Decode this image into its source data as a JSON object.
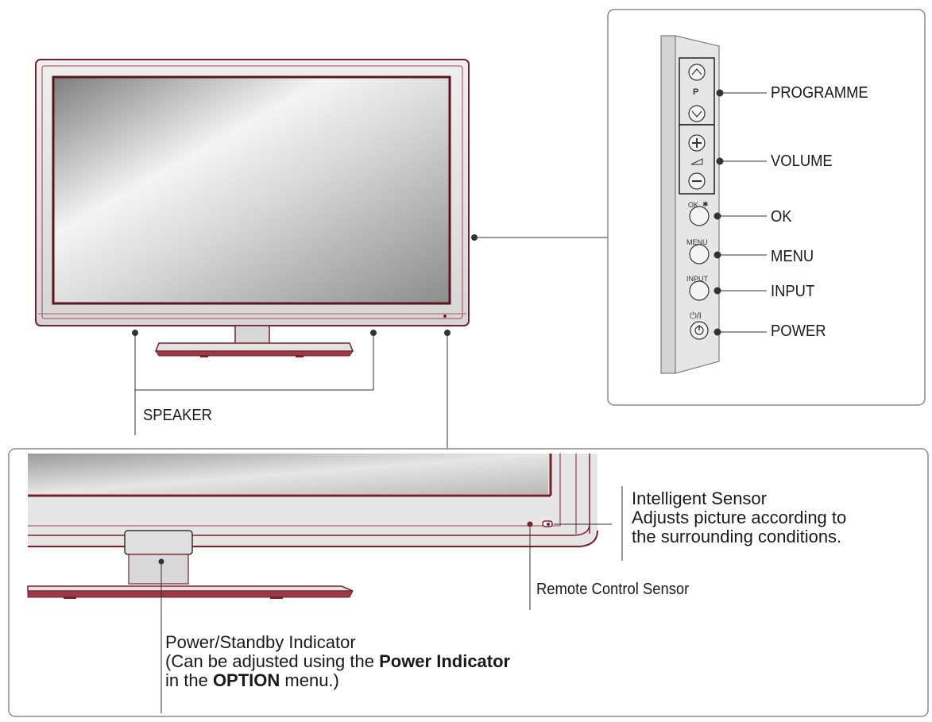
{
  "side_panel": {
    "p_label": "P",
    "ok_small": "OK",
    "menu_small": "MENU",
    "input_small": "INPUT",
    "power_small": "⏻/I",
    "callouts": [
      "PROGRAMME",
      "VOLUME",
      "OK",
      "MENU",
      "INPUT",
      "POWER"
    ]
  },
  "speaker_label": "SPEAKER",
  "intelligent_sensor": {
    "title": "Intelligent Sensor",
    "line1": "Adjusts picture according to",
    "line2": "the surrounding conditions."
  },
  "remote_sensor_label": "Remote Control Sensor",
  "power_indicator": {
    "title": "Power/Standby Indicator",
    "line1_pre": "(Can be adjusted using the ",
    "line1_bold": "Power Indicator",
    "line2_pre": "in the ",
    "line2_bold": "OPTION",
    "line2_post": " menu.)"
  },
  "colors": {
    "bezel_outline": "#7a1f2b",
    "line": "#333333",
    "panel_border": "#8a8a8a"
  }
}
